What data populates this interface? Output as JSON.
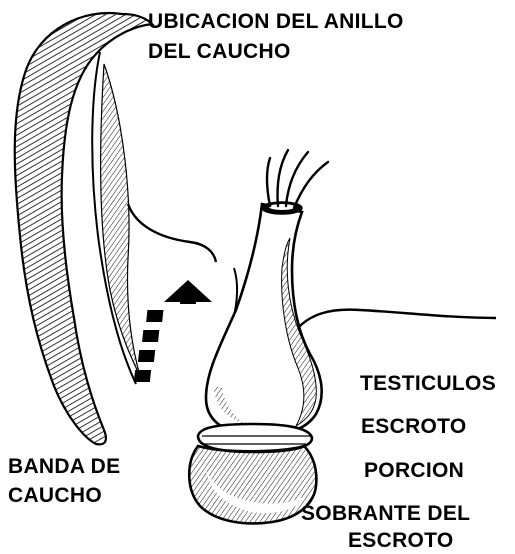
{
  "labels": {
    "ring_location_line1": "UBICACION DEL ANILLO",
    "ring_location_line2": "DEL CAUCHO",
    "testes": "TESTICULOS",
    "scrotum": "ESCROTO",
    "rubber_band_line1": "BANDA DE",
    "rubber_band_line2": "CAUCHO",
    "excess_line1": "PORCION",
    "excess_line2": "SOBRANTE DEL",
    "excess_line3": "ESCROTO"
  },
  "colors": {
    "ink": "#000000",
    "paper": "#ffffff"
  },
  "icons": {
    "direction_arrow": "dashed-up-arrow-icon"
  }
}
